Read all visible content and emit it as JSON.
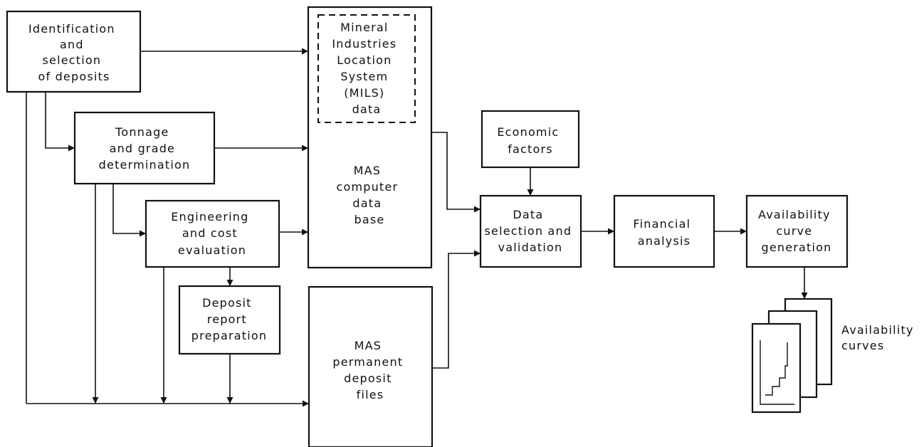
{
  "nodes": {
    "identification": [
      "Identification",
      "and",
      "selection",
      "of deposits"
    ],
    "tonnage": [
      "Tonnage",
      "and grade",
      "determination"
    ],
    "engineering": [
      "Engineering",
      "and cost",
      "evaluation"
    ],
    "deposit_report": [
      "Deposit",
      "report",
      "preparation"
    ],
    "mils": [
      "Mineral",
      "Industries",
      "Location",
      "System",
      "(MILS)",
      "data"
    ],
    "mas_db": [
      "MAS",
      "computer",
      "data",
      "base"
    ],
    "mas_files": [
      "MAS",
      "permanent",
      "deposit",
      "files"
    ],
    "economic": [
      "Economic",
      "factors"
    ],
    "data_selection": [
      "Data",
      "selection and",
      "validation"
    ],
    "financial": [
      "Financial",
      "analysis"
    ],
    "availability_gen": [
      "Availability",
      "curve",
      "generation"
    ],
    "availability_curves": [
      "Availability",
      "curves"
    ]
  }
}
